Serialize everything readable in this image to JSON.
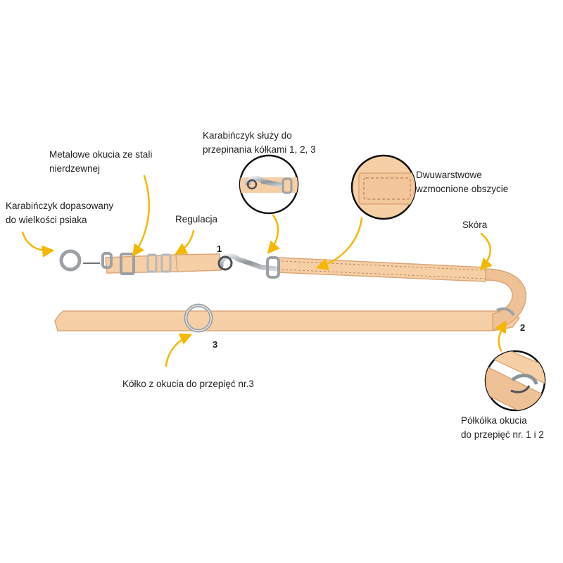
{
  "colors": {
    "leather": "#f6cfa6",
    "leather_edge": "#dba779",
    "stitch": "#b98458",
    "metal": "#a9adb2",
    "arrow": "#f5b800",
    "text": "#222222"
  },
  "annotations": {
    "metal_fittings": {
      "line1": "Metalowe okucia ze stali",
      "line2": "nierdzewnej"
    },
    "snap_hook_size": {
      "line1": "Karabińczyk dopasowany",
      "line2": "do wielkości psiaka"
    },
    "regulation": {
      "line1": "Regulacja"
    },
    "snap_hook_rings": {
      "line1": "Karabińczyk służy do",
      "line2": "przepinania kółkami 1, 2, 3"
    },
    "double_stitching": {
      "line1": "Dwuwarstwowe",
      "line2": "wzmocnione obszycie"
    },
    "leather": {
      "line1": "Skóra"
    },
    "ring3": {
      "line1": "Kółko z okucia do przepięć nr.3"
    },
    "half_ring": {
      "line1": "Półkółka okucia",
      "line2": "do przepięć nr. 1 i 2"
    }
  },
  "markers": {
    "m1": "1",
    "m2": "2",
    "m3": "3"
  },
  "icons": {
    "snap_hook": "snap-hook-icon",
    "zoom_hook": "zoom-snap-hook-icon",
    "zoom_stitch": "zoom-stitching-icon",
    "zoom_halfring": "zoom-half-ring-icon"
  }
}
